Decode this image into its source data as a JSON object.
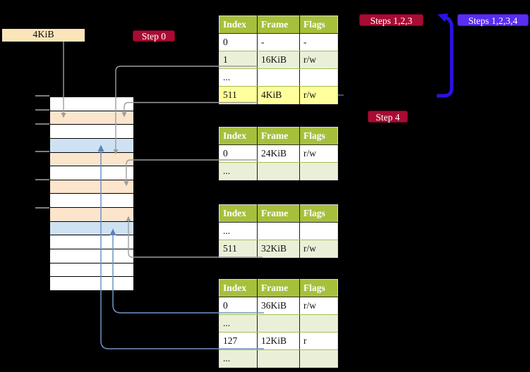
{
  "page_size_label": "4KiB",
  "badges": {
    "step0": "Step 0",
    "steps123": "Steps 1,2,3",
    "steps1234": "Steps 1,2,3,4",
    "step4": "Step 4"
  },
  "memory_stack": {
    "rows": [
      "white",
      "peach",
      "white",
      "blue",
      "peach",
      "white",
      "peach",
      "white",
      "peach",
      "blue",
      "white",
      "white",
      "white",
      "white"
    ]
  },
  "tables": [
    {
      "headers": [
        "Index",
        "Frame",
        "Flags"
      ],
      "rows": [
        {
          "cells": [
            "0",
            "-",
            "-"
          ]
        },
        {
          "cells": [
            "1",
            "16KiB",
            "r/w"
          ]
        },
        {
          "cells": [
            "...",
            "",
            ""
          ]
        },
        {
          "cells": [
            "511",
            "4KiB",
            "r/w"
          ]
        }
      ]
    },
    {
      "headers": [
        "Index",
        "Frame",
        "Flags"
      ],
      "rows": [
        {
          "cells": [
            "0",
            "24KiB",
            "r/w"
          ]
        },
        {
          "cells": [
            "...",
            "",
            ""
          ]
        }
      ]
    },
    {
      "headers": [
        "Index",
        "Frame",
        "Flags"
      ],
      "rows": [
        {
          "cells": [
            "...",
            "",
            ""
          ]
        },
        {
          "cells": [
            "511",
            "32KiB",
            "r/w"
          ]
        }
      ]
    },
    {
      "headers": [
        "Index",
        "Frame",
        "Flags"
      ],
      "rows": [
        {
          "cells": [
            "0",
            "36KiB",
            "r/w"
          ]
        },
        {
          "cells": [
            "...",
            "",
            ""
          ]
        },
        {
          "cells": [
            "127",
            "12KiB",
            "r"
          ]
        },
        {
          "cells": [
            "...",
            "",
            ""
          ]
        }
      ]
    }
  ],
  "colors": {
    "background": "#000000",
    "badge_red": "#a90b33",
    "badge_blue": "#5a2df2",
    "thick_arrow_blue": "#2a12e6",
    "table_header_green": "#a6c03c",
    "table_row_green": "#eaf0d8",
    "highlight_yellow": "#ffff9c",
    "stack_peach": "#fce5cd",
    "stack_blue": "#cfe2f3",
    "wheat_label": "#fbe5b8",
    "connector_gray": "#9e9e9e",
    "connector_blue": "#7092c5"
  }
}
